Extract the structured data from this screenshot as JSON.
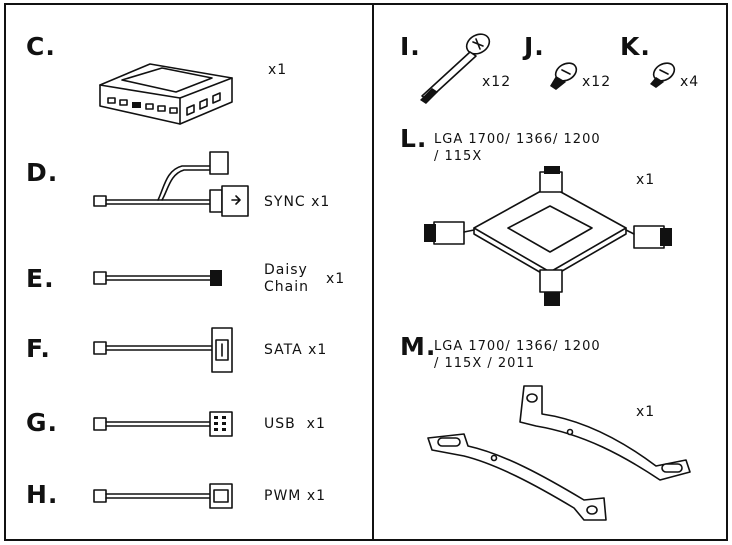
{
  "items": {
    "c": {
      "letter": "C.",
      "qty": "x1"
    },
    "d": {
      "letter": "D.",
      "label": "SYNC",
      "qty": "x1"
    },
    "e": {
      "letter": "E.",
      "label_line1": "Daisy",
      "label_line2": "Chain",
      "qty": "x1"
    },
    "f": {
      "letter": "F.",
      "label": "SATA",
      "qty": "x1"
    },
    "g": {
      "letter": "G.",
      "label": "USB",
      "qty": "x1"
    },
    "h": {
      "letter": "H.",
      "label": "PWM",
      "qty": "x1"
    },
    "i": {
      "letter": "I.",
      "qty": "x12"
    },
    "j": {
      "letter": "J.",
      "qty": "x12"
    },
    "k": {
      "letter": "K.",
      "qty": "x4"
    },
    "l": {
      "letter": "L.",
      "desc_line1": "LGA 1700/ 1366/ 1200",
      "desc_line2": "/ 115X",
      "qty": "x1"
    },
    "m": {
      "letter": "M.",
      "desc_line1": "LGA 1700/ 1366/ 1200",
      "desc_line2": "/ 115X / 2011",
      "qty": "x1"
    }
  },
  "icons": {
    "c": "fan-hub-icon",
    "d": "sync-cable-icon",
    "e": "daisy-chain-cable-icon",
    "f": "sata-cable-icon",
    "g": "usb-cable-icon",
    "h": "pwm-cable-icon",
    "i": "long-screw-icon",
    "j": "screw-icon",
    "k": "short-screw-icon",
    "l": "intel-backplate-icon",
    "m": "mounting-bracket-icon"
  }
}
